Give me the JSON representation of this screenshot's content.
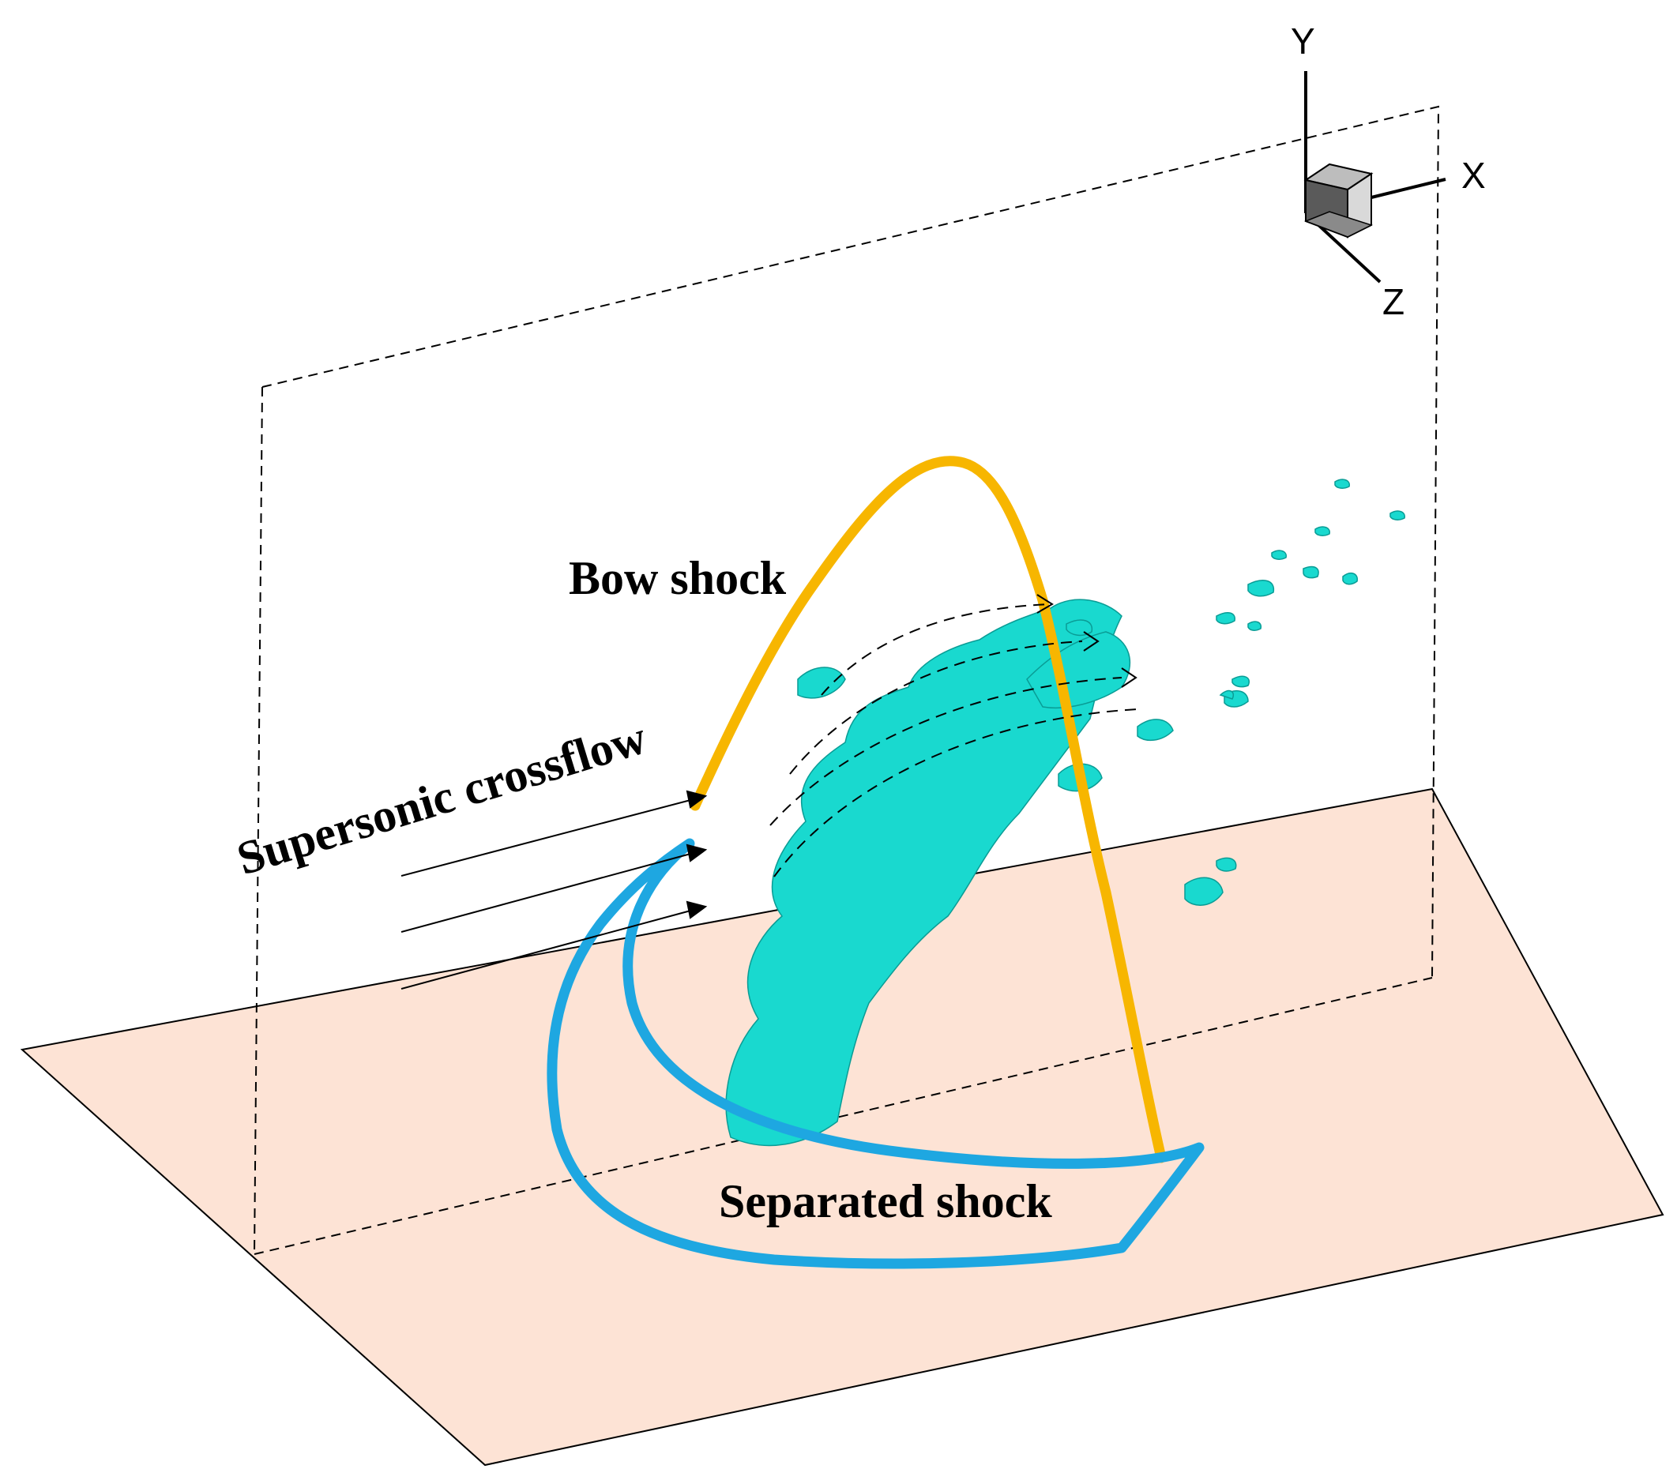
{
  "labels": {
    "bow_shock": "Bow shock",
    "supersonic_crossflow": "Supersonic crossflow",
    "separated_shock": "Separated shock"
  },
  "axes": {
    "y": "Y",
    "x": "X",
    "z": "Z"
  },
  "colors": {
    "bow_shock": "#F7B600",
    "separated_shock": "#1EA7E1",
    "jet_plume": "#19D9CF",
    "wall_plane": "#FDE3D5",
    "outline": "#000000"
  }
}
